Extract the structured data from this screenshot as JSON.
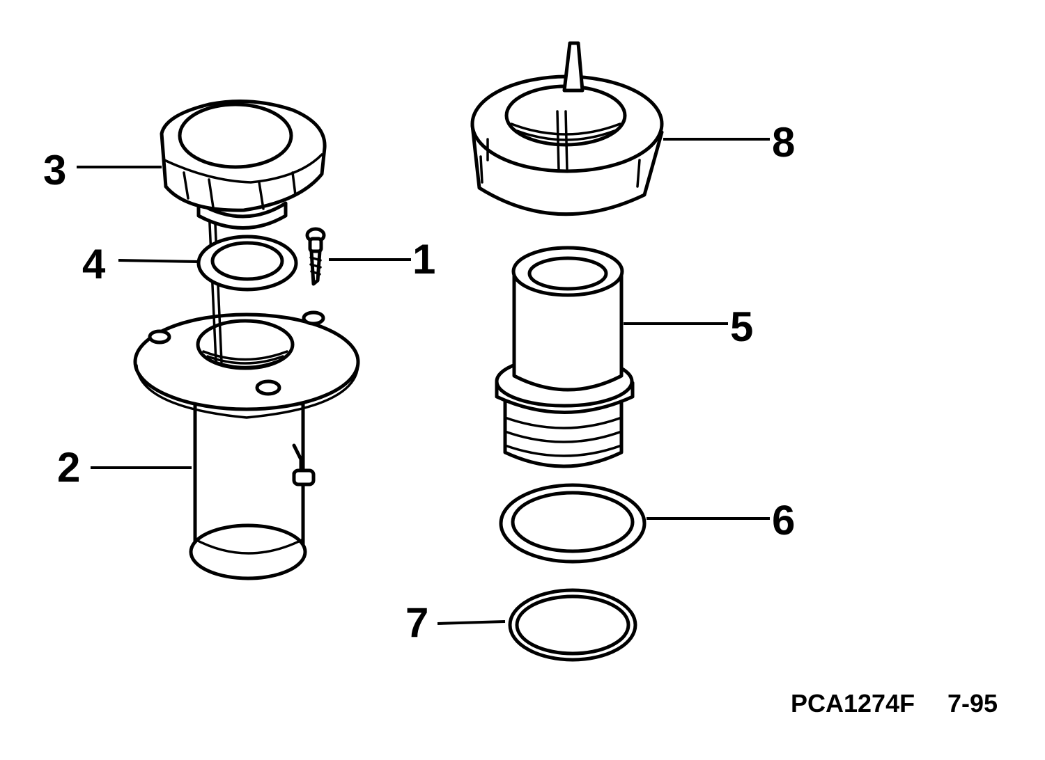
{
  "callouts": [
    {
      "id": "1",
      "label": "1"
    },
    {
      "id": "2",
      "label": "2"
    },
    {
      "id": "3",
      "label": "3"
    },
    {
      "id": "4",
      "label": "4"
    },
    {
      "id": "5",
      "label": "5"
    },
    {
      "id": "6",
      "label": "6"
    },
    {
      "id": "7",
      "label": "7"
    },
    {
      "id": "8",
      "label": "8"
    }
  ],
  "footer": {
    "code": "PCA1274F",
    "date": "7-95"
  }
}
